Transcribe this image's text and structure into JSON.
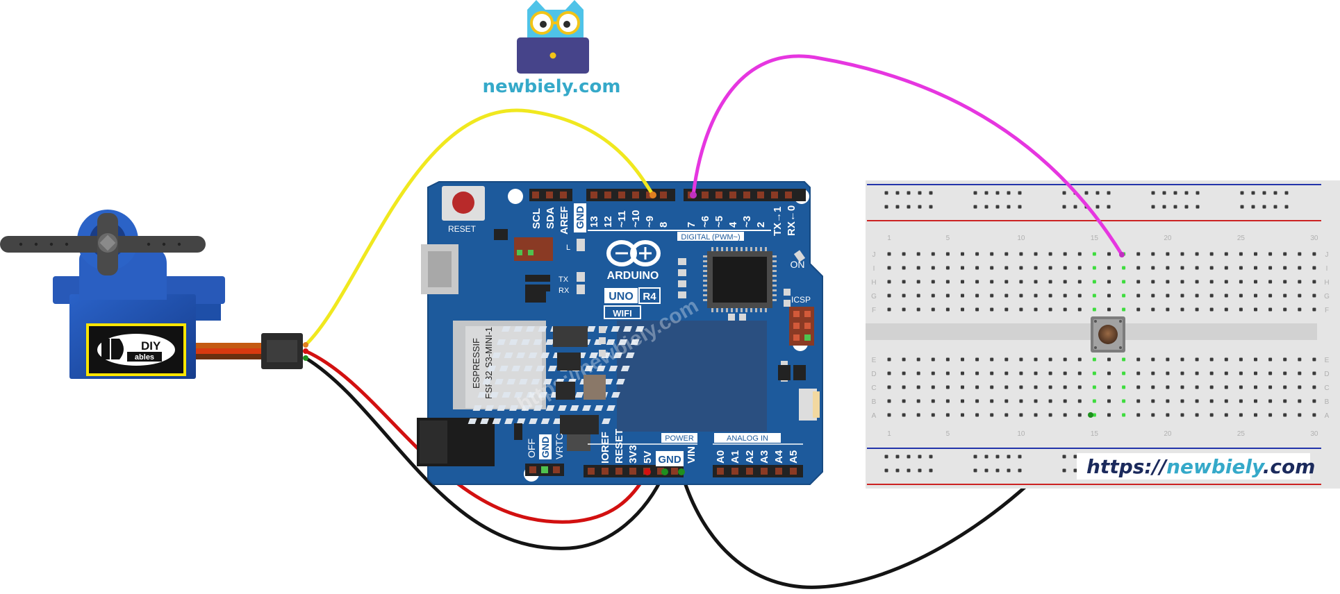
{
  "brand": {
    "logo_text": "newbiely.com",
    "url_banner_prefix": "https://",
    "url_banner_domain": "newbiely",
    "url_banner_suffix": ".com",
    "board_watermark": "https://newbiely.com",
    "colors": {
      "teal": "#35a9c9",
      "navy": "#1b2a5c"
    }
  },
  "servo": {
    "brand_line1": "DIY",
    "brand_line2": "ables"
  },
  "board": {
    "reset_label": "RESET",
    "i2c_pins": [
      "SCL",
      "SDA",
      "AREF",
      "GND"
    ],
    "digital_pins_left": [
      "13",
      "12",
      "~11",
      "~10",
      "~9",
      "8"
    ],
    "digital_pins_right": [
      "7",
      "~6",
      "~5",
      "4",
      "~3",
      "2",
      "TX→1",
      "RX←0"
    ],
    "digital_caption": "DIGITAL (PWM~)",
    "led_l": "L",
    "led_tx": "TX",
    "led_rx": "RX",
    "on_label": "ON",
    "icsp_label": "ICSP",
    "arduino_label": "ARDUINO",
    "uno_label": "UNO",
    "r4_label": "R4",
    "wifi_label": "WIFI",
    "module_label_1": "ESPRESSIF",
    "module_label_2": "ESP32-S3-MINI-1",
    "power_pins": [
      "IOREF",
      "RESET",
      "3V3",
      "5V",
      "GND",
      "VIN"
    ],
    "power_caption": "POWER",
    "analog_pins": [
      "A0",
      "A1",
      "A2",
      "A3",
      "A4",
      "A5"
    ],
    "analog_caption": "ANALOG IN",
    "left_pins": [
      "OFF",
      "GND",
      "VRTC"
    ]
  },
  "breadboard": {
    "row_letters_top": [
      "J",
      "I",
      "H",
      "G",
      "F"
    ],
    "row_letters_bottom": [
      "E",
      "D",
      "C",
      "B",
      "A"
    ],
    "column_numbers": [
      "1",
      "5",
      "10",
      "15",
      "20",
      "25",
      "30"
    ]
  },
  "wires": {
    "signal_color": "#f0e81f",
    "button_color": "#e636e0",
    "power_color": "#d21010",
    "ground_color": "#141414"
  }
}
